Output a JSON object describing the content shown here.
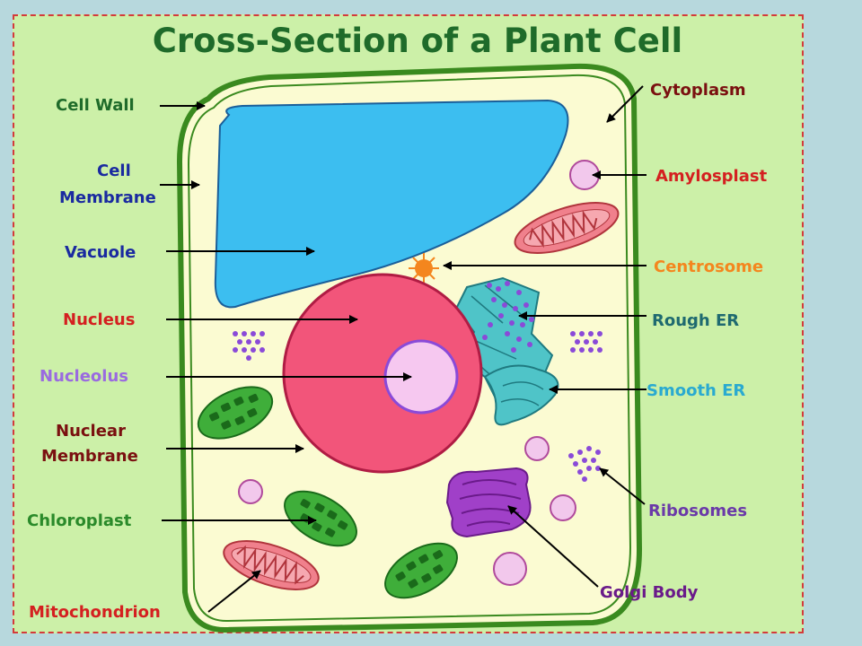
{
  "title": "Cross-Section of a Plant Cell",
  "labels": {
    "cell_wall": "Cell Wall",
    "cell_membrane_1": "Cell",
    "cell_membrane_2": "Membrane",
    "vacuole": "Vacuole",
    "nucleus": "Nucleus",
    "nucleolus": "Nucleolus",
    "nuclear_membrane_1": "Nuclear",
    "nuclear_membrane_2": "Membrane",
    "chloroplast": "Chloroplast",
    "mitochondrion": "Mitochondrion",
    "cytoplasm": "Cytoplasm",
    "amylosplast": "Amylosplast",
    "centrosome": "Centrosome",
    "rough_er": "Rough ER",
    "smooth_er": "Smooth ER",
    "ribosomes": "Ribosomes",
    "golgi_body": "Golgi Body"
  },
  "colors": {
    "background": "#b7d8dd",
    "frame_fill": "#ccf0a8",
    "frame_border": "#d43a3a",
    "title": "#1f6b2a",
    "cell_wall": "#3a8a1f",
    "cytoplasm": "#fbfbd2",
    "vacuole": "#3cbef0",
    "nucleus": "#f2557a",
    "nucleolus": "#f6c8f0",
    "chloroplast": "#3fae3a",
    "mitochondrion": "#f0808c",
    "centrosome": "#f4861e",
    "er": "#4fc4c8",
    "golgi": "#a040c8",
    "ribosome": "#8a4ad8",
    "amylosplast": "#f2c8ec"
  }
}
